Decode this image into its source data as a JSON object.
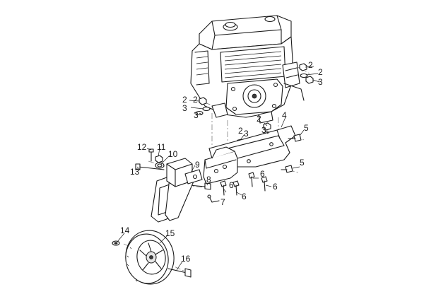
{
  "callouts": {
    "n2": "2",
    "n3": "3",
    "n4": "4",
    "n5": "5",
    "n6": "6",
    "n7": "7",
    "n8": "8",
    "n9": "9",
    "n10": "10",
    "n11": "11",
    "n12": "12",
    "n13": "13",
    "n14": "14",
    "n15": "15",
    "n16": "16"
  }
}
